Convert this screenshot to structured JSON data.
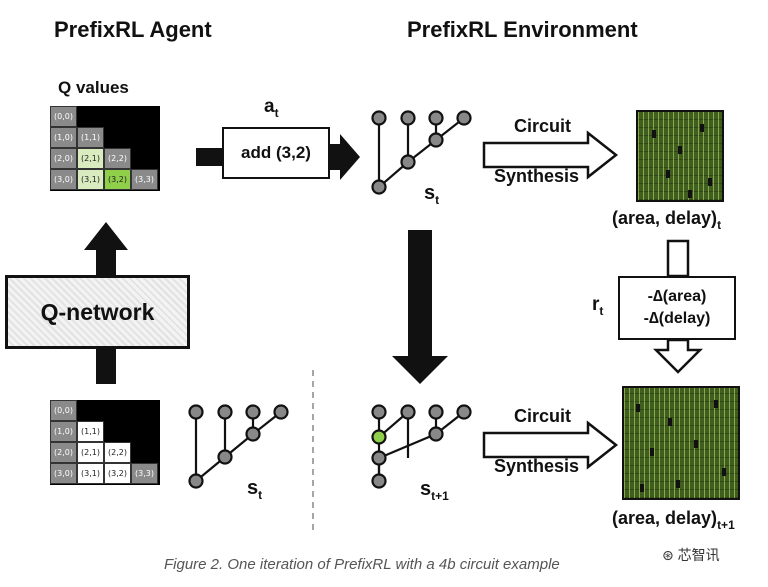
{
  "titles": {
    "agent": "PrefixRL Agent",
    "environment": "PrefixRL Environment"
  },
  "q_values_label": "Q values",
  "grid_top": {
    "cells": [
      "(0,0)",
      "(1,0)",
      "(1,1)",
      "(2,0)",
      "(2,1)",
      "(2,2)",
      "(3,0)",
      "(3,1)",
      "(3,2)",
      "(3,3)"
    ]
  },
  "grid_bottom": {
    "cells": [
      "(0,0)",
      "(1,0)",
      "(1,1)",
      "(2,0)",
      "(2,1)",
      "(2,2)",
      "(3,0)",
      "(3,1)",
      "(3,2)",
      "(3,3)"
    ]
  },
  "action": {
    "label": "a",
    "subscript": "t",
    "box_text": "add (3,2)"
  },
  "q_network": "Q-network",
  "states": {
    "top": {
      "label": "s",
      "subscript": "t"
    },
    "bottom_left": {
      "label": "s",
      "subscript": "t"
    },
    "bottom_right": {
      "label": "s",
      "subscript": "t+1"
    }
  },
  "synthesis": {
    "top": {
      "line1": "Circuit",
      "line2": "Synthesis"
    },
    "bottom": {
      "line1": "Circuit",
      "line2": "Synthesis"
    }
  },
  "results": {
    "top": {
      "text": "(area, delay)",
      "subscript": "t"
    },
    "bottom": {
      "text": "(area, delay)",
      "subscript": "t+1"
    }
  },
  "reward": {
    "label": "r",
    "subscript": "t",
    "line1": "-∆(area)",
    "line2": "-∆(delay)"
  },
  "caption": "Figure 2. One iteration of PrefixRL with a 4b circuit example",
  "watermark": "芯智讯",
  "colors": {
    "highlight_green": "#8fcf4a",
    "light_green": "#d9ecbf",
    "cell_gray": "#8a8a8a",
    "layout_green": "#3f5e20"
  }
}
